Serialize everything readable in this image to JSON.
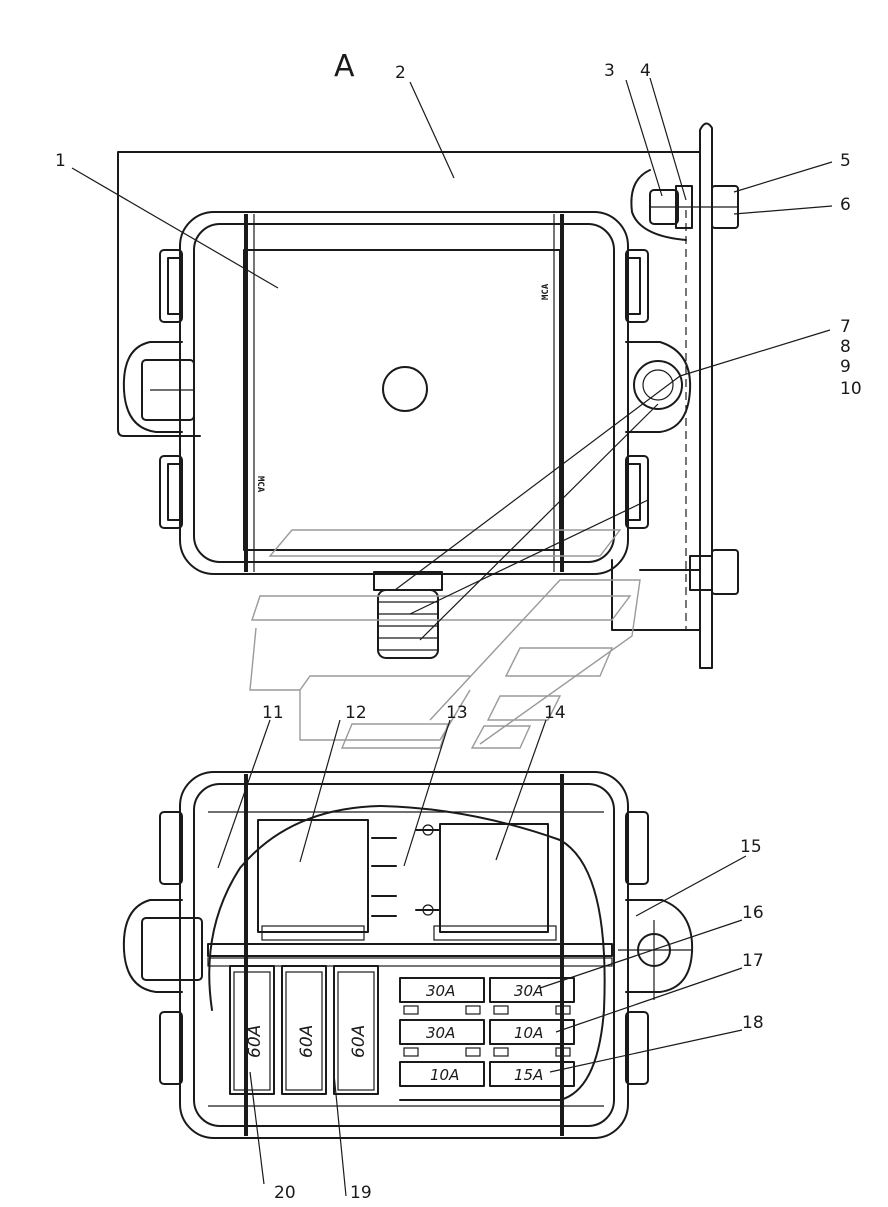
{
  "view_label": "A",
  "brand_mark": "МСА",
  "callouts": [
    "1",
    "2",
    "3",
    "4",
    "5",
    "6",
    "7",
    "8",
    "9",
    "10",
    "11",
    "12",
    "13",
    "14",
    "15",
    "16",
    "17",
    "18",
    "19",
    "20"
  ],
  "fuse_ratings": {
    "small": [
      "30A",
      "30A",
      "30A",
      "10A",
      "10A",
      "15A"
    ],
    "large": [
      "60A",
      "60A",
      "60A"
    ]
  }
}
